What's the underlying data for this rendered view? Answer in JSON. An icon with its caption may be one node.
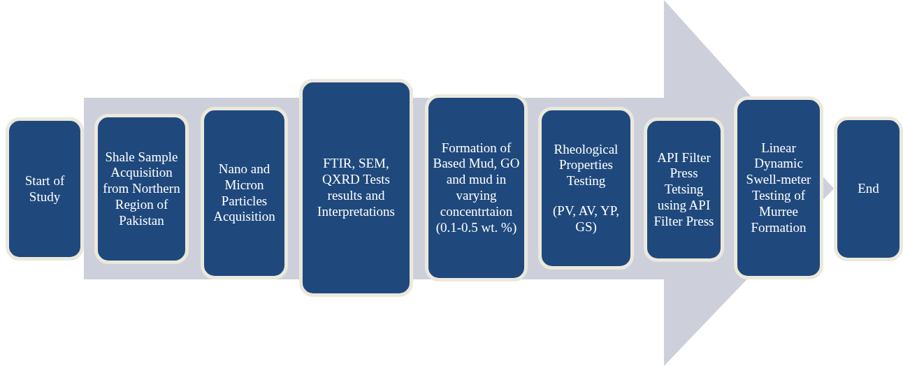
{
  "diagram": {
    "nodes": [
      {
        "text": [
          "Start of Study"
        ]
      },
      {
        "text": [
          "Shale Sample Acquisition from Northern Region of Pakistan"
        ]
      },
      {
        "text": [
          "Nano and Micron Particles Acquisition"
        ]
      },
      {
        "text": [
          "FTIR, SEM, QXRD Tests results and Interpretations"
        ]
      },
      {
        "text": [
          "Formation of Based Mud, GO and mud in varying concentrtaion (0.1-0.5 wt. %)"
        ]
      },
      {
        "text": [
          "Rheological Properties Testing",
          "(PV, AV, YP, GS)"
        ]
      },
      {
        "text": [
          "API Filter Press Tetsing using API Filter Press"
        ]
      },
      {
        "text": [
          "Linear Dynamic Swell-meter Testing of Murree Formation"
        ]
      },
      {
        "text": [
          "End"
        ]
      }
    ],
    "edges": [
      {
        "from": 0,
        "to": 8,
        "arrow": "to"
      }
    ]
  }
}
